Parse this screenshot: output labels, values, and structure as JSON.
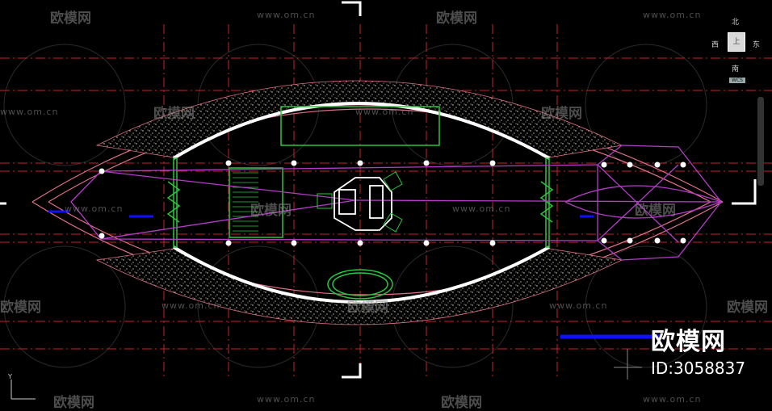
{
  "watermarks": {
    "logo_text": "欧模网",
    "url_text": "www.om.cn",
    "url_short": "www.om.cn"
  },
  "viewcube": {
    "north": "北",
    "south": "南",
    "west": "西",
    "east": "东",
    "face": "上",
    "wcs_label": "WCS"
  },
  "brand": {
    "name": "欧模网",
    "id_label": "ID:3058837"
  },
  "ucs": {
    "y_label": "Y"
  },
  "colors": {
    "background": "#000000",
    "grid_red": "#c8222a",
    "wall_white": "#ffffff",
    "magenta": "#b43cc8",
    "green": "#28c83c",
    "pink_outline": "#e0708a",
    "blue_bar": "#1010ff"
  }
}
